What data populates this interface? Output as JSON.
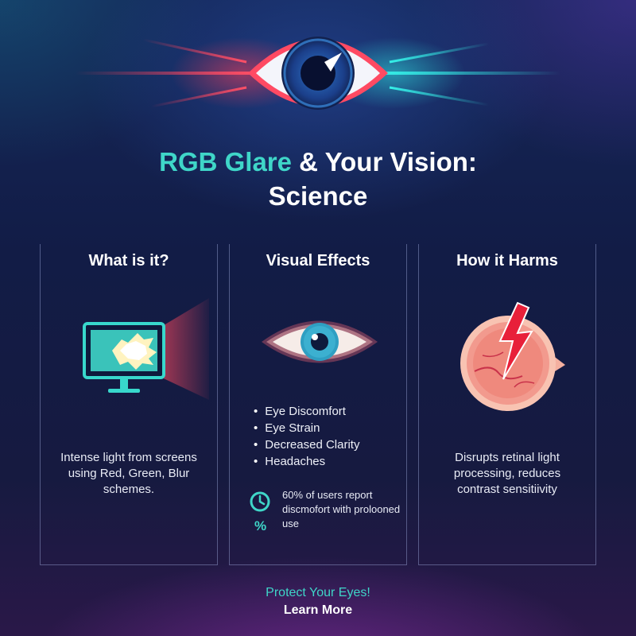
{
  "title": {
    "accent": "RGB Glare",
    "rest": " & Your Vision:",
    "line2": "Science"
  },
  "panels": [
    {
      "heading": "What is it?",
      "icon": "monitor-glare-icon",
      "text": "Intense light from screens using Red, Green, Blur schemes."
    },
    {
      "heading": "Visual Effects",
      "icon": "blurred-eye-icon",
      "bullets": [
        "Eye Discomfort",
        "Eye Strain",
        "Decreased Clarity",
        "Headaches"
      ],
      "stat_icon": "clock-percent-icon",
      "stat_text": "60% of users report discmofort with prolooned use"
    },
    {
      "heading": "How it Harms",
      "icon": "damaged-retina-icon",
      "text": "Disrupts retinal light processing, reduces contrast sensitiivity"
    }
  ],
  "footer": {
    "tagline": "Protect Your Eyes!",
    "cta": "Learn More"
  },
  "colors": {
    "accent": "#3fd6c8",
    "glare_red": "#e8344a",
    "background": "#141d48"
  }
}
